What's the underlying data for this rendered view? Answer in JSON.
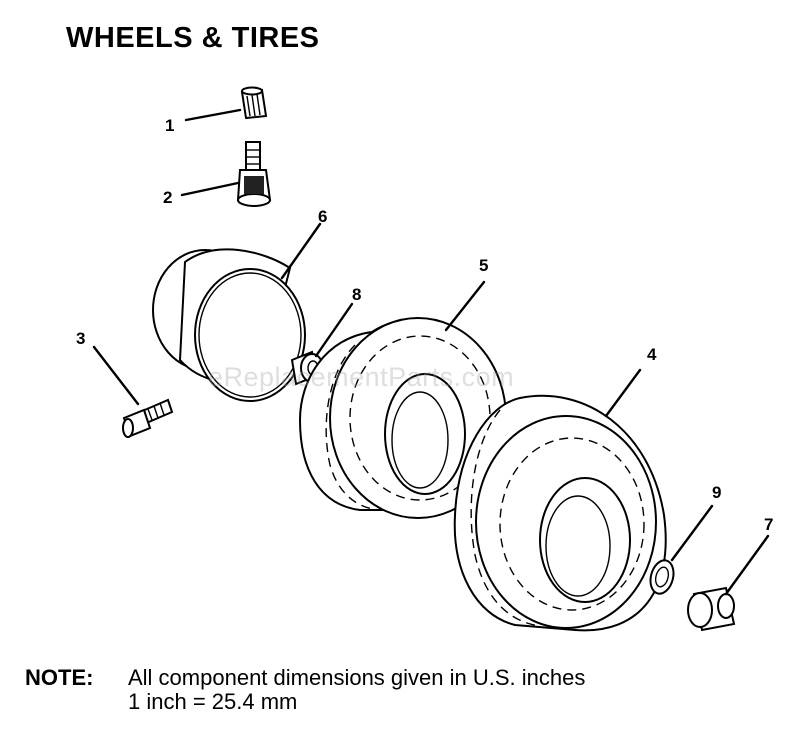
{
  "title": "WHEELS & TIRES",
  "callouts": {
    "p1": "1",
    "p2": "2",
    "p3": "3",
    "p4": "4",
    "p5": "5",
    "p6": "6",
    "p7": "7",
    "p8": "8",
    "p9": "9"
  },
  "watermark": "eReplacementParts.com",
  "note": {
    "label": "NOTE:",
    "line1": "All component dimensions given in U.S. inches",
    "line2": "1 inch = 25.4 mm"
  }
}
